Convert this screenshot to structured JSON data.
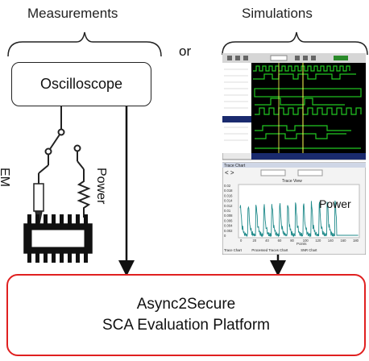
{
  "headings": {
    "measurements": "Measurements",
    "simulations": "Simulations",
    "or": "or"
  },
  "oscilloscope": {
    "label": "Oscilloscope"
  },
  "probes": {
    "em": "EM",
    "power": "Power"
  },
  "simulation_panel": {
    "trace_chart_title": "Trace Chart",
    "trace_view_title": "Trace View",
    "trace_x_label": "Points",
    "power_label": "Power",
    "y_ticks": [
      "0.02",
      "0.018",
      "0.016",
      "0.014",
      "0.012",
      "0.01",
      "0.008",
      "0.006",
      "0.004",
      "0.002",
      "0"
    ],
    "x_ticks": [
      "0",
      "20",
      "40",
      "60",
      "80",
      "100",
      "120",
      "140",
      "160",
      "180"
    ],
    "tabs": [
      "Trace Chart",
      "Processed Traces Chart",
      "SNR Chart"
    ]
  },
  "platform": {
    "line1": "Async2Secure",
    "line2": "SCA Evaluation Platform"
  },
  "colors": {
    "platform_border": "#e02020",
    "trace": "#1f8a8a",
    "waveform": "#22c822",
    "waveform_bg": "#000000",
    "sim_header": "#1a2a6e"
  }
}
